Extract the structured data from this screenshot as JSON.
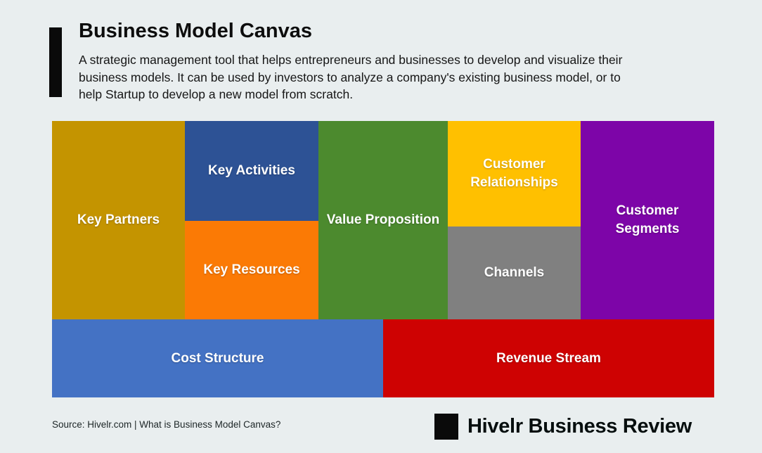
{
  "page": {
    "background": "#E9EEEF"
  },
  "header": {
    "title": "Business Model Canvas",
    "accent_bar_color": "#0A0A0A",
    "description_lines": [
      "A strategic management tool that helps entrepreneurs and businesses to develop and visualize their",
      "business models. It can be used by investors to analyze a company's existing business model, or to",
      "help Startup to develop a new model from scratch."
    ]
  },
  "canvas": {
    "text_color": "#FFFFFF",
    "blocks": [
      {
        "id": "key-partners",
        "label": "Key Partners",
        "color": "#C49400"
      },
      {
        "id": "key-activities",
        "label": "Key Activities",
        "color": "#2D5295"
      },
      {
        "id": "key-resources",
        "label": "Key Resources",
        "color": "#FB7A05"
      },
      {
        "id": "value-proposition",
        "label": "Value Proposition",
        "color": "#4C8A2E"
      },
      {
        "id": "customer-relationships",
        "label": "Customer\nRelationships",
        "color": "#FFC000"
      },
      {
        "id": "channels",
        "label": "Channels",
        "color": "#808080"
      },
      {
        "id": "customer-segments",
        "label": "Customer\nSegments",
        "color": "#7D05A8"
      },
      {
        "id": "cost-structure",
        "label": "Cost Structure",
        "color": "#4472C4"
      },
      {
        "id": "revenue-stream",
        "label": "Revenue Stream",
        "color": "#CE0202"
      }
    ]
  },
  "footer": {
    "source": "Source: Hivelr.com | What is Business Model Canvas?",
    "brand": "Hivelr Business Review",
    "brand_color": "#0A0A0A"
  }
}
